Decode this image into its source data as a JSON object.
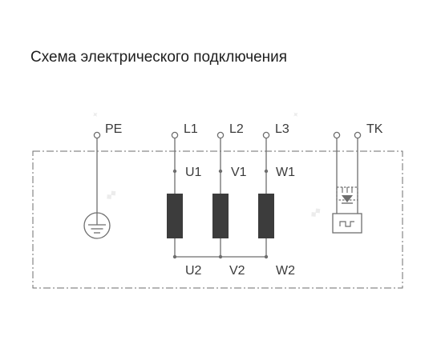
{
  "title": "Схема электрического подключения",
  "colors": {
    "line": "#6e6e6e",
    "coil": "#3c3c3c",
    "text": "#3a3a3a",
    "title": "#1f1f1f",
    "watermark": "#ececec"
  },
  "terminals": {
    "pe": "PE",
    "l1": "L1",
    "l2": "L2",
    "l3": "L3",
    "tk": "TK"
  },
  "windings": {
    "u1": "U1",
    "v1": "V1",
    "w1": "W1",
    "u2": "U2",
    "v2": "V2",
    "w2": "W2"
  },
  "icons": {
    "ground": "ground-icon",
    "thermal_contact": "thermal-contact-icon"
  }
}
